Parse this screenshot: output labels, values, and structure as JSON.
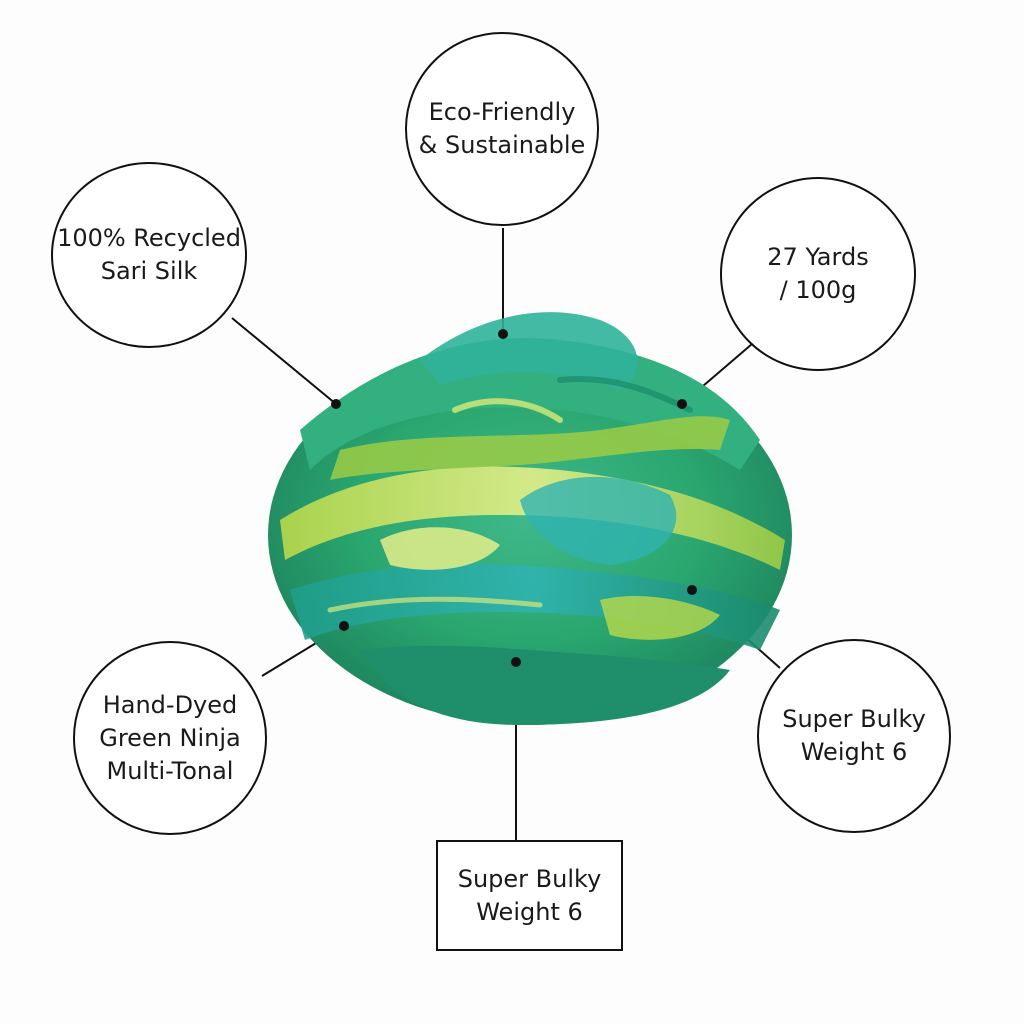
{
  "product": {
    "image_description_icon": "yarn-skein-icon",
    "colors": {
      "deep_teal": "#1f8f6b",
      "emerald": "#2aa66f",
      "lime": "#b8d94a",
      "turquoise": "#2fb3b0",
      "line": "#111111"
    }
  },
  "callouts": {
    "recycled": "100% Recycled\nSari Silk",
    "eco": "Eco-Friendly\n& Sustainable",
    "yards": "27 Yards\n/ 100g",
    "dyed": "Hand-Dyed\nGreen Ninja\nMulti-Tonal",
    "weight_circle": "Super Bulky\nWeight 6",
    "weight_box": "Super Bulky\nWeight 6"
  }
}
